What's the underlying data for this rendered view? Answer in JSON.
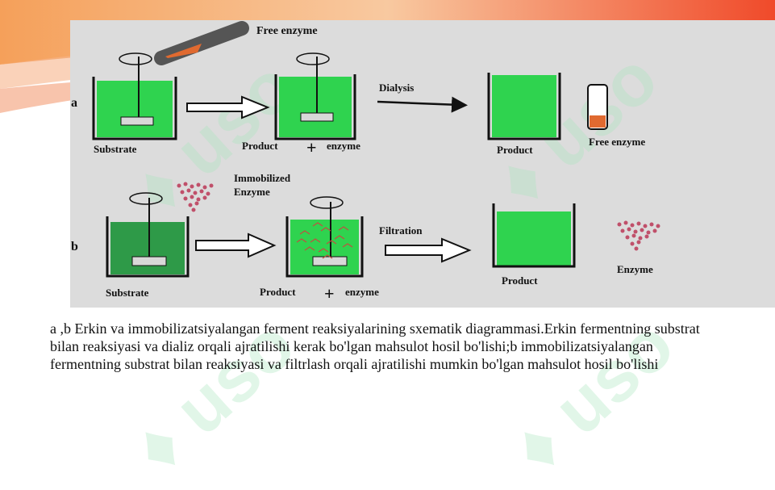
{
  "diagram": {
    "row_a": {
      "letter": "a",
      "free_enzyme_top": "Free enzyme",
      "substrate": "Substrate",
      "product": "Product",
      "plus": "+",
      "enzyme": "enzyme",
      "dialysis": "Dialysis",
      "product_final": "Product",
      "free_enzyme_side": "Free enzyme"
    },
    "row_b": {
      "letter": "b",
      "immobilized_line1": "Immobilized",
      "immobilized_line2": "Enzyme",
      "substrate": "Substrate",
      "product": "Product",
      "plus": "+",
      "enzyme": "enzyme",
      "filtration": "Filtration",
      "product_final": "Product",
      "enzyme_side": "Enzyme"
    },
    "colors": {
      "green_bright": "#2fd34f",
      "green_dark": "#2e9a48",
      "enzyme_orange": "#e06a30",
      "dots": "#c0506a"
    }
  },
  "caption": "a ,b Erkin va immobilizatsiyalangan ferment reaksiyalarining sxematik diagrammasi.Erkin fermentning substrat bilan reaksiyasi va dializ orqali ajratilishi kerak bo'lgan mahsulot hosil bo'lishi;b immobilizatsiyalangan fermentning substrat bilan reaksiyasi va filtrlash orqali ajratilishi mumkin bo'lgan mahsulot hosil bo'lishi"
}
